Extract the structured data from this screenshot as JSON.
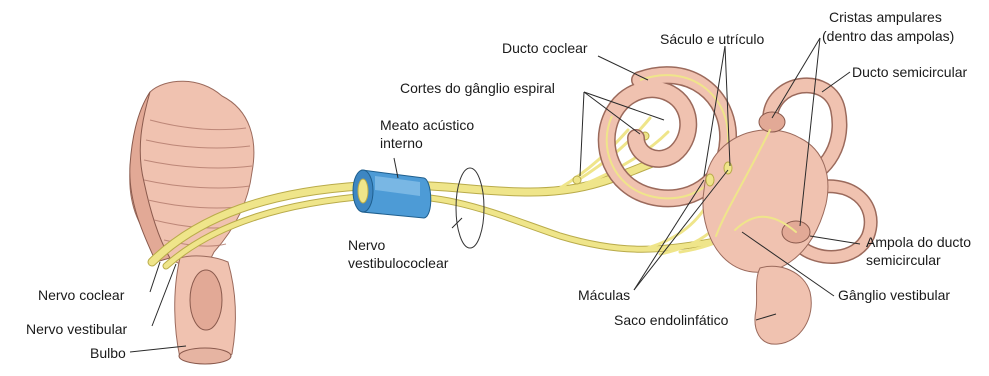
{
  "labels": {
    "ducto_coclear": "Ducto coclear",
    "saculo_utriculo": "Sáculo e utrículo",
    "cristas_1": "Cristas ampulares",
    "cristas_2": "(dentro das ampolas)",
    "ducto_semicircular": "Ducto semicircular",
    "cortes_ganglio": "Cortes do gânglio espiral",
    "meato_1": "Meato acústico",
    "meato_2": "interno",
    "nervo_vestibulococlear_1": "Nervo",
    "nervo_vestibulococlear_2": "vestibulococlear",
    "ampola_1": "Ampola do ducto",
    "ampola_2": "semicircular",
    "nervo_coclear": "Nervo coclear",
    "maculas": "Máculas",
    "ganglio_vestibular": "Gânglio vestibular",
    "nervo_vestibular": "Nervo vestibular",
    "saco_endolinfatico": "Saco endolinfático",
    "bulbo": "Bulbo"
  },
  "colors": {
    "nerve": "#efe58a",
    "meatus": "#4d9bd6",
    "tissue": "#f0c2b0"
  }
}
